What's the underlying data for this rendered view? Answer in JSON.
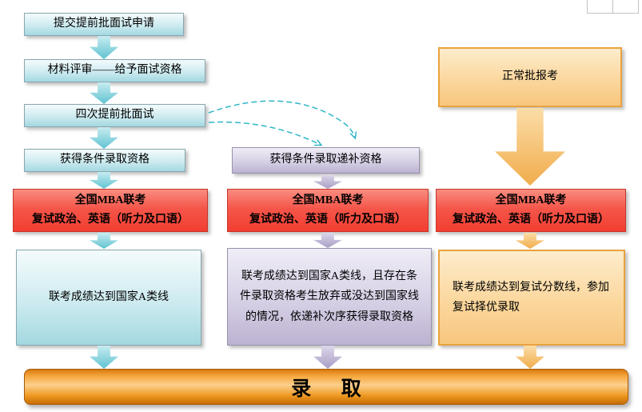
{
  "flow": {
    "left": {
      "steps": [
        {
          "label": "提交提前批面试申请"
        },
        {
          "label": "材料评审——给予面试资格"
        },
        {
          "label": "四次提前批面试"
        },
        {
          "label": "获得条件录取资格"
        }
      ],
      "exam": {
        "line1": "全国MBA联考",
        "line2": "复试政治、英语（听力及口语）"
      },
      "result": {
        "label": "联考成绩达到国家A类线"
      }
    },
    "middle": {
      "entry": {
        "label": "获得条件录取递补资格"
      },
      "exam": {
        "line1": "全国MBA联考",
        "line2": "复试政治、英语（听力及口语）"
      },
      "result": {
        "label": "联考成绩达到国家A类线，且存在条件录取资格考生放弃或没达到国家线的情况，依递补次序获得录取资格"
      }
    },
    "right": {
      "entry": {
        "label": "正常批报考"
      },
      "exam": {
        "line1": "全国MBA联考",
        "line2": "复试政治、英语（听力及口语）"
      },
      "result": {
        "label": "联考成绩达到复试分数线，参加复试择优录取"
      }
    },
    "footer": {
      "label": "录取"
    }
  },
  "colors": {
    "cyan_box": "#cdebf0",
    "purple_box": "#d6d0e5",
    "orange_box": "#fbd79d",
    "red_box": "#f5564a",
    "footer_bar": "#ef9a23",
    "connector": "#2fb6c6"
  }
}
